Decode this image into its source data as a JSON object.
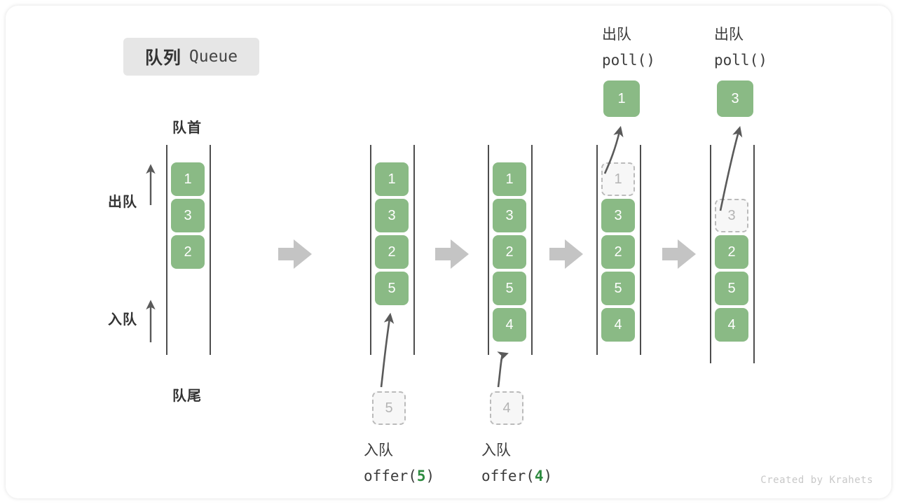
{
  "title": {
    "cn": "队列",
    "en": "Queue"
  },
  "watermark": "Created by Krahets",
  "legend": {
    "head": "队首",
    "tail": "队尾",
    "dequeue": "出队",
    "enqueue": "入队"
  },
  "columns": [
    {
      "id": "initial",
      "cells": [
        "1",
        "3",
        "2"
      ],
      "ghost": null,
      "top_label_cn": null,
      "top_label_code": null,
      "bottom_label_cn": null,
      "bottom_label_code": null,
      "ejected": null
    },
    {
      "id": "after-offer-5",
      "cells": [
        "1",
        "3",
        "2",
        "5"
      ],
      "ghost": {
        "value": "5",
        "position": "bottom"
      },
      "top_label_cn": null,
      "top_label_code": null,
      "bottom_label_cn": "入队",
      "bottom_label_code": {
        "prefix": "offer(",
        "value": "5",
        "suffix": ")"
      },
      "ejected": null
    },
    {
      "id": "after-offer-4",
      "cells": [
        "1",
        "3",
        "2",
        "5",
        "4"
      ],
      "ghost": {
        "value": "4",
        "position": "bottom"
      },
      "top_label_cn": null,
      "top_label_code": null,
      "bottom_label_cn": "入队",
      "bottom_label_code": {
        "prefix": "offer(",
        "value": "4",
        "suffix": ")"
      },
      "ejected": null
    },
    {
      "id": "after-poll-1",
      "cells": [
        "1",
        "3",
        "2",
        "5",
        "4"
      ],
      "ghost": {
        "value": "1",
        "position": "top"
      },
      "top_label_cn": "出队",
      "top_label_code": "poll()",
      "bottom_label_cn": null,
      "bottom_label_code": null,
      "ejected": "1"
    },
    {
      "id": "after-poll-3",
      "cells": [
        "3",
        "2",
        "5",
        "4"
      ],
      "ghost": {
        "value": "3",
        "position": "top"
      },
      "top_label_cn": "出队",
      "top_label_code": "poll()",
      "bottom_label_cn": null,
      "bottom_label_code": null,
      "ejected": "3"
    }
  ],
  "colors": {
    "cell_fill": "#8ABA85",
    "cell_text": "#ffffff",
    "ghost_fill": "#f7f7f7",
    "ghost_border": "#bbbbbb",
    "ghost_text": "#b4b4b4",
    "rail": "#4d4d4d",
    "step_arrow": "#c4c4c4",
    "motion_arrow": "#5a5a5a",
    "badge_bg": "#e6e6e6",
    "accent": "#2e8b40"
  }
}
